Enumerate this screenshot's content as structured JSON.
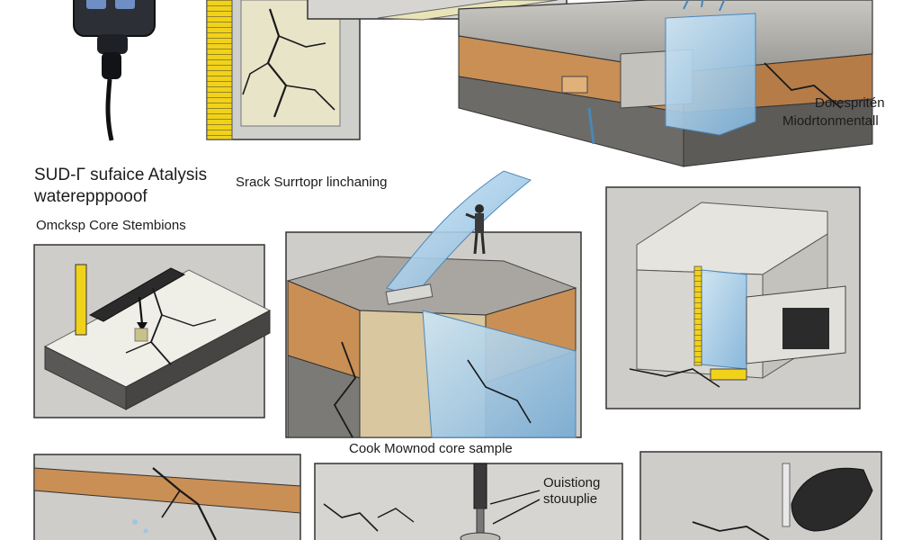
{
  "labels": {
    "top_right_line1": "Dorespritén",
    "top_right_line2": "Miodrtonmentall",
    "left_title_line1": "SUD-Γ sufaice Atalysis",
    "left_title_line2": "waterepppooof",
    "left_subtitle": "Omcksp Core Stembions",
    "center_caption": "Srack Surrtopr linchaning",
    "bottom_caption": "Cook Mownod core sample",
    "bottom_right_line1": "Ouistiong",
    "bottom_right_line2": "stouuplie"
  },
  "colors": {
    "concrete": "#a8a5a0",
    "concrete_dark": "#7a7874",
    "soil_orange": "#c98f55",
    "soil_tan": "#d9c7a0",
    "water_blue": "#9cc7e6",
    "tape_yellow": "#f1d21a",
    "crack": "#1a1a1a",
    "panel_border": "#2b2b2b"
  },
  "icons": [
    "moisture-meter-icon",
    "tape-measure-icon",
    "core-drill-icon",
    "gloved-hand-icon",
    "person-figure-icon"
  ]
}
